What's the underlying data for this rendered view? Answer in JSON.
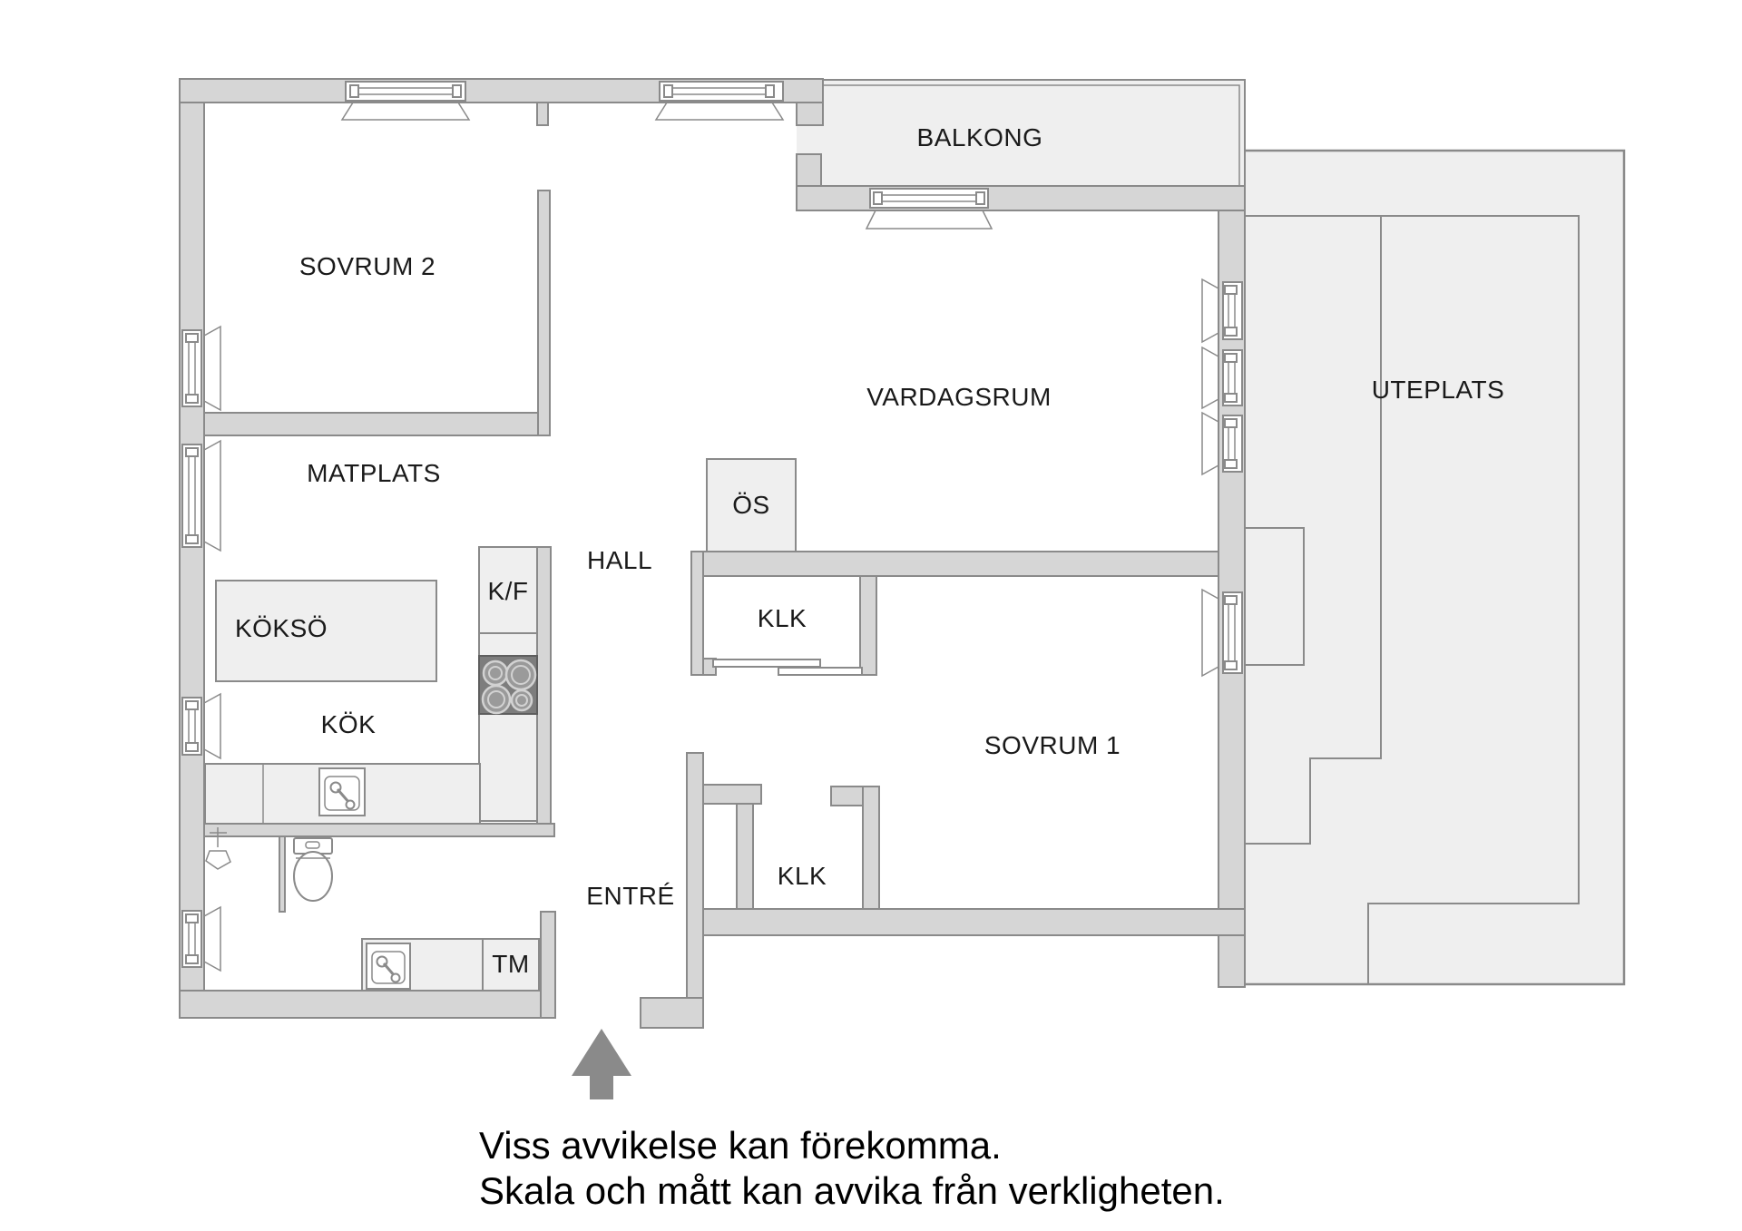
{
  "rooms": {
    "sovrum2": "SOVRUM 2",
    "balkong": "BALKONG",
    "vardagsrum": "VARDAGSRUM",
    "uteplats": "UTEPLATS",
    "matplats": "MATPLATS",
    "os": "ÖS",
    "hall": "HALL",
    "klk1": "KLK",
    "kf": "K/F",
    "kokso": "KÖKSÖ",
    "kok": "KÖK",
    "sovrum1": "SOVRUM 1",
    "klk2": "KLK",
    "entre": "ENTRÉ",
    "tm": "TM"
  },
  "disclaimer": {
    "line1": "Viss avvikelse kan förekomma.",
    "line2": "Skala och mått kan avvika från verkligheten."
  },
  "colors": {
    "wall": "#d6d6d6",
    "wall_line": "#8a8a8a",
    "light_area": "#efefef",
    "text": "#1a1a1a"
  },
  "icons": [
    "stove-icon",
    "kitchen-sink-icon",
    "bathroom-sink-icon",
    "washbasin-icon",
    "toilet-icon",
    "sliding-door-icon",
    "entrance-arrow-icon"
  ]
}
